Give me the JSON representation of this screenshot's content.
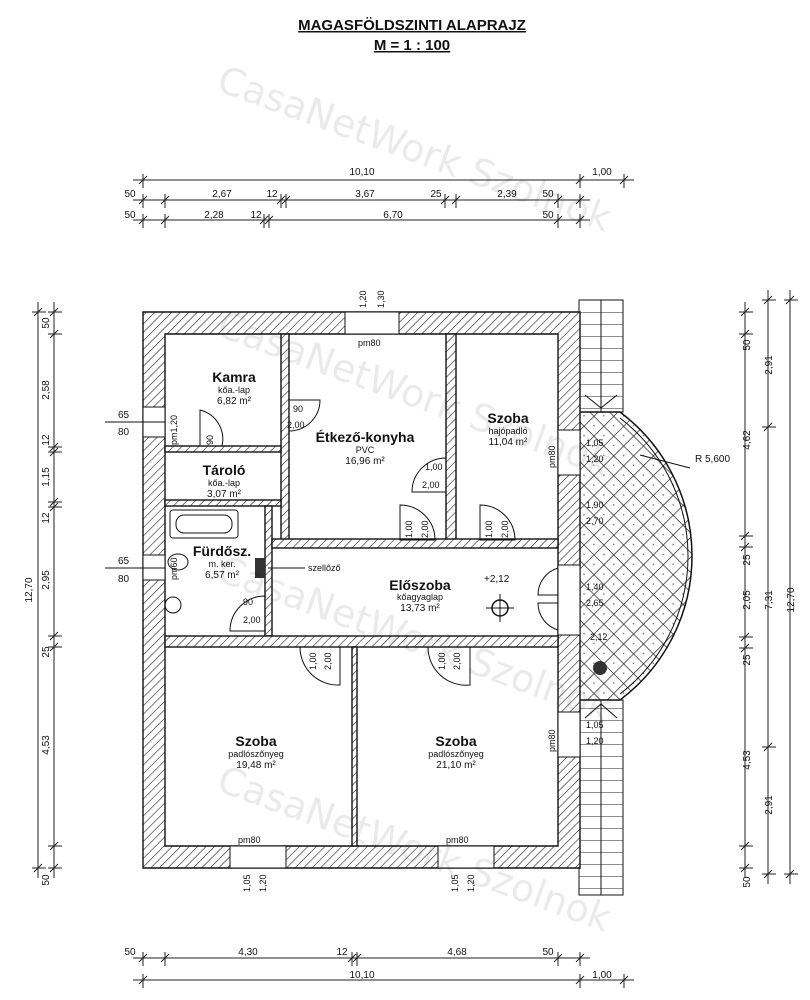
{
  "title": "MAGASFÖLDSZINTI ALAPRAJZ",
  "scale": "M = 1 : 100",
  "watermark": "CasaNetWork Szolnok",
  "rooms": [
    {
      "name": "Kamra",
      "floor": "kőa.-lap",
      "area": "6,82 m²"
    },
    {
      "name": "Étkező-konyha",
      "floor": "PVC",
      "area": "16,96 m²"
    },
    {
      "name": "Szoba",
      "floor": "hajópadló",
      "area": "11,04 m²"
    },
    {
      "name": "Tároló",
      "floor": "kőa.-lap",
      "area": "3,07 m²"
    },
    {
      "name": "Fürdősz.",
      "floor": "m. ker.",
      "area": "6,57 m²"
    },
    {
      "name": "Előszoba",
      "floor": "kőagyaglap",
      "area": "13,73 m²"
    },
    {
      "name": "Szoba",
      "floor": "padlószőnyeg",
      "area": "19,48 m²"
    },
    {
      "name": "Szoba",
      "floor": "padlószőnyeg",
      "area": "21,10 m²"
    }
  ],
  "dims": {
    "top_total": [
      "10,10",
      "1,00"
    ],
    "top_row2": [
      "50",
      "2,67",
      "12",
      "3,67",
      "25",
      "2,39",
      "50"
    ],
    "top_row3": [
      "50",
      "2,28",
      "12",
      "6,70",
      "50"
    ],
    "bottom_row1": [
      "50",
      "4,30",
      "12",
      "4,68",
      "50"
    ],
    "bottom_total": [
      "10,10",
      "1,00"
    ],
    "left_total": "12,70",
    "left_chain": [
      "50",
      "2,58",
      "12",
      "1,15",
      "12",
      "2,95",
      "25",
      "4,53",
      "50"
    ],
    "right_chain1": [
      "50",
      "4,62",
      "25",
      "2,05",
      "25",
      "4,53",
      "50"
    ],
    "right_chain2": [
      "2,91",
      "7,31",
      "2,91"
    ],
    "right_total": "12,70",
    "left_windows": [
      "65",
      "80",
      "65",
      "80"
    ]
  },
  "labels": {
    "window_pm80": "pm80",
    "window_pm120": "pm1,20",
    "window_pm60": "pm60",
    "top_window_h": [
      "1,20",
      "1,30"
    ],
    "bottom_window_h": [
      "1,05",
      "1,20"
    ],
    "door_90": "90",
    "door_100": "1,00",
    "door_h": "2,00",
    "vent": "szellőző",
    "level": "+2,12",
    "terrace_level": "2,12",
    "radius": "R 5,600",
    "side_window": [
      "1,05",
      "1,20"
    ],
    "side_door": [
      "1,40",
      "2,65"
    ],
    "side_opening": [
      "1,90",
      "2,70"
    ]
  }
}
